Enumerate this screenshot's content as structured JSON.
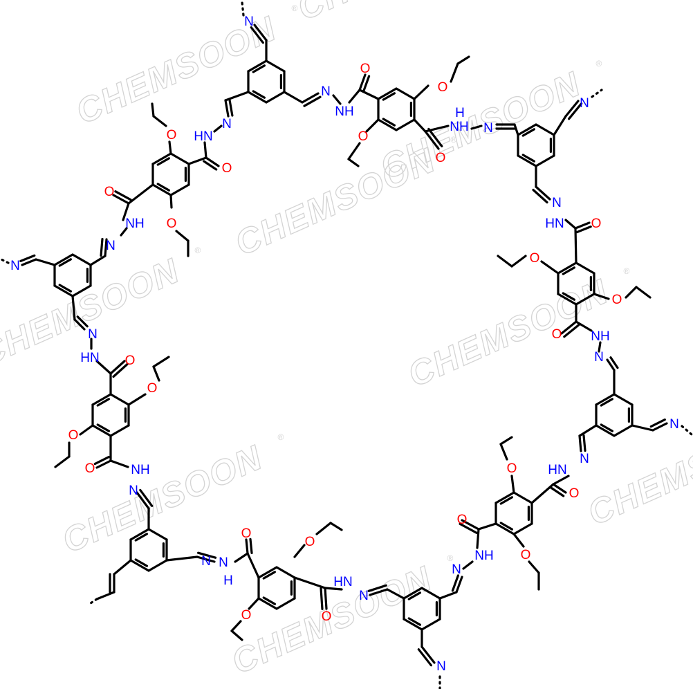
{
  "colors": {
    "bond": "#000000",
    "nitrogen": "#0000ff",
    "oxygen": "#ff0000",
    "watermark": "#d4d4d4",
    "background": "#ffffff"
  },
  "atoms": {
    "nitrogen": "N",
    "oxygen": "O",
    "amide_nh": "NH",
    "amide_hn": "HN",
    "amide_h": "H"
  },
  "watermark": {
    "text": "CHEMSOON",
    "mark": "®"
  }
}
